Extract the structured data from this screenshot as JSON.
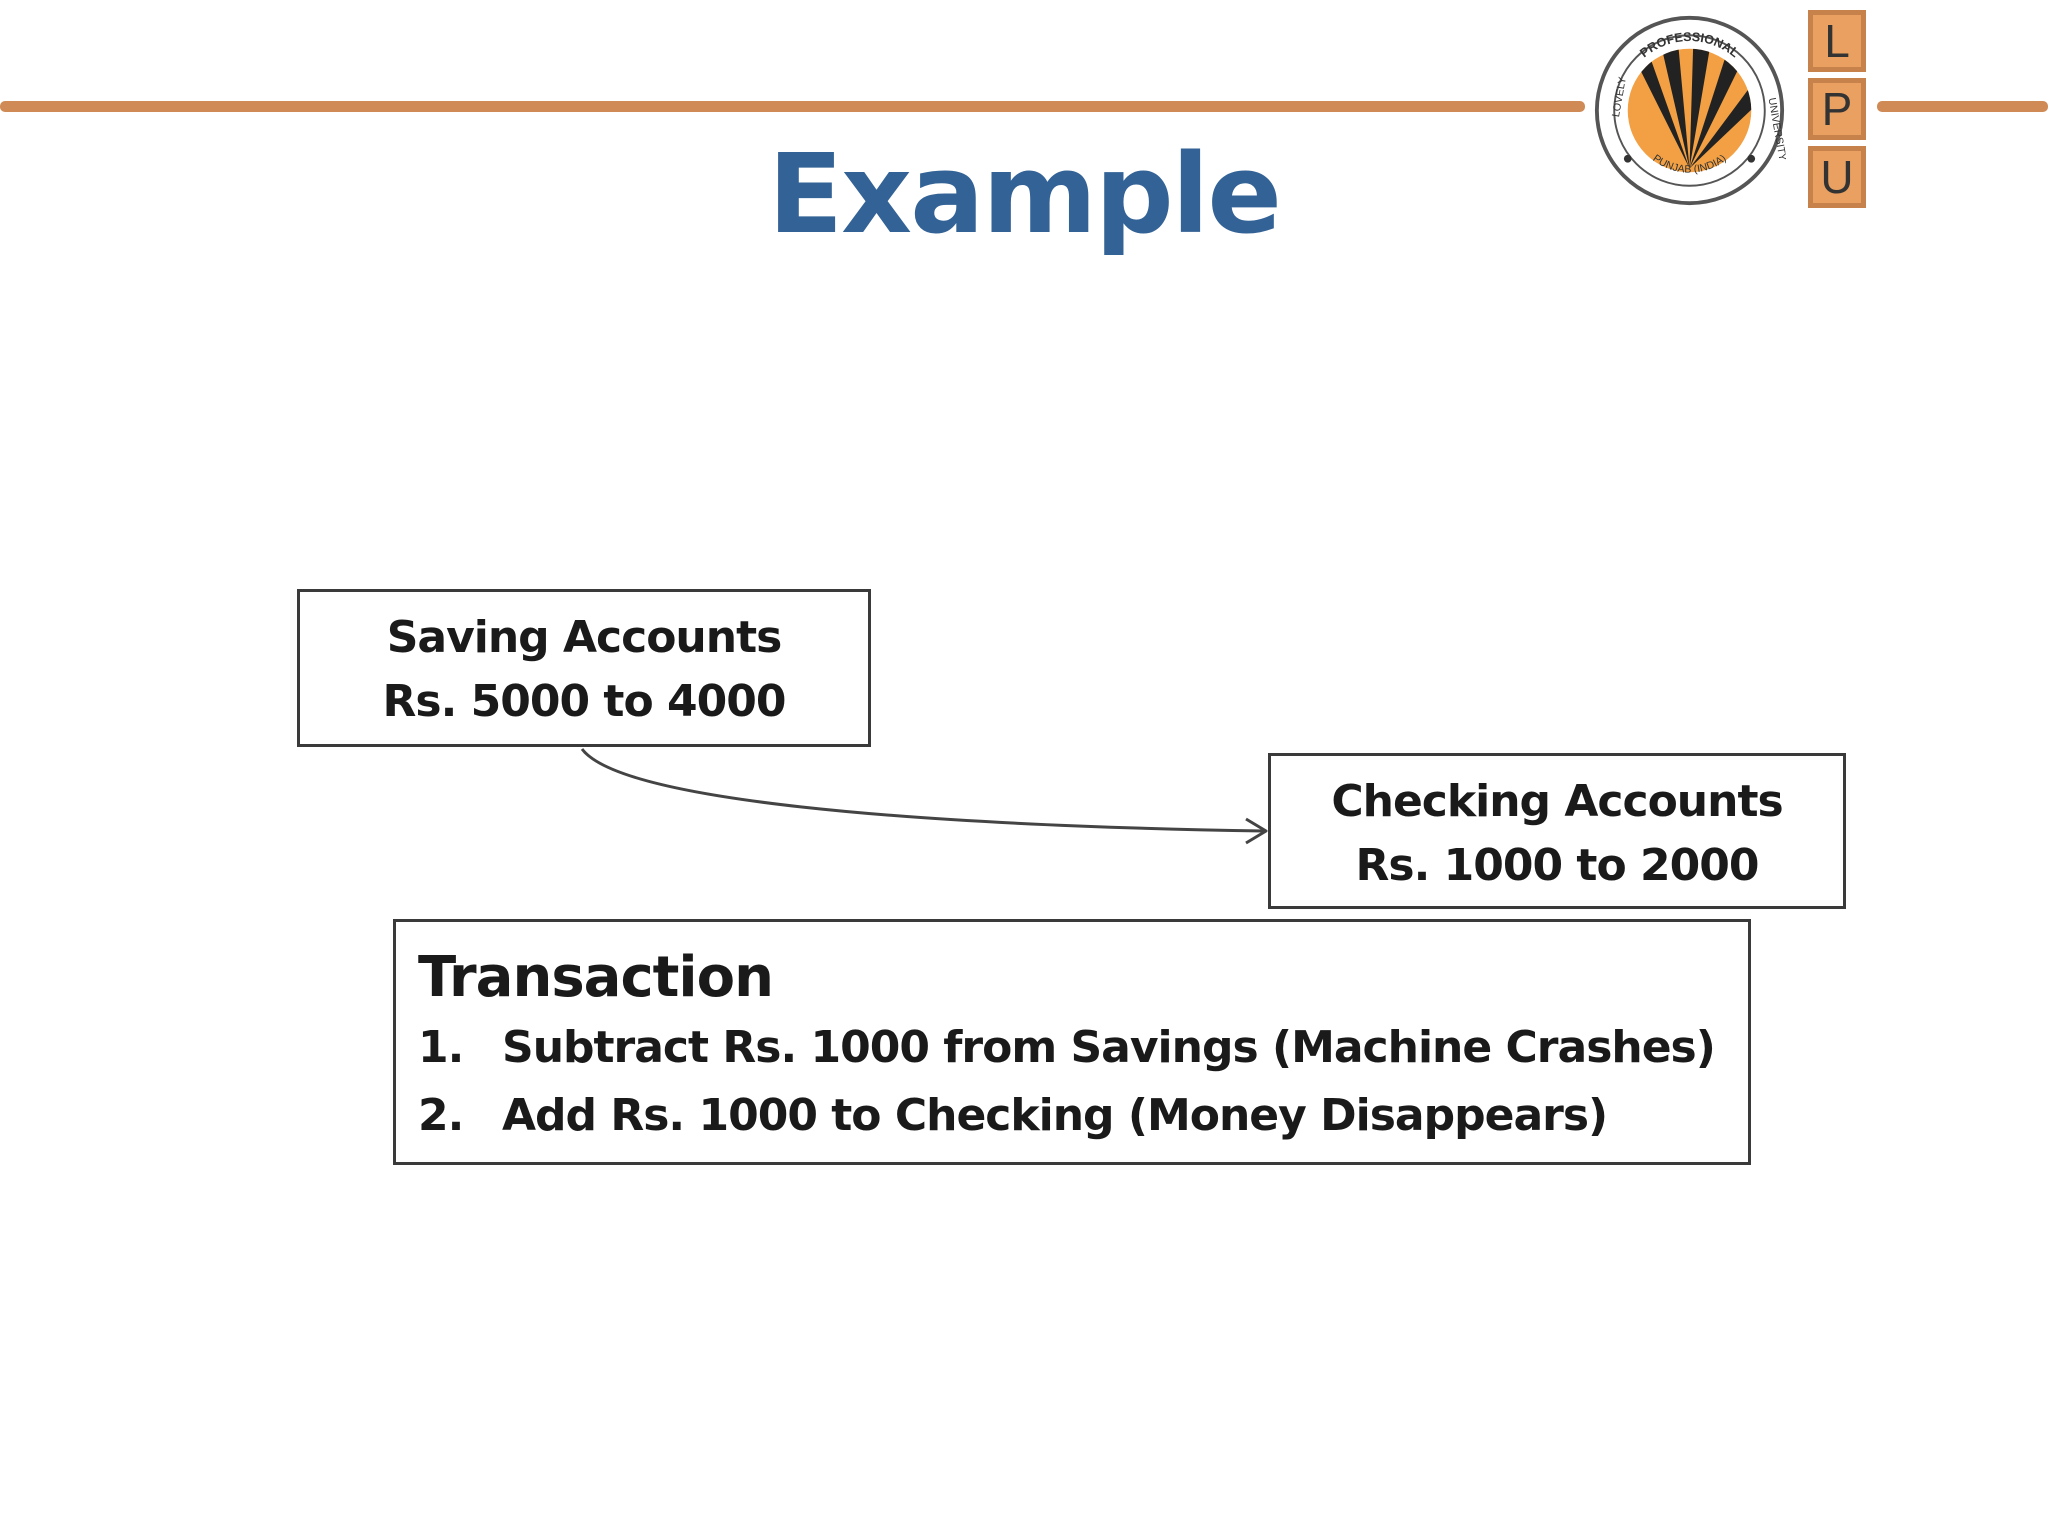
{
  "header": {
    "accent_color": "#cf8a55",
    "logo": {
      "seal_text_top": "PROFESSIONAL",
      "seal_text_left": "LOVELY",
      "seal_text_right": "UNIVERSITY",
      "seal_text_bottom": "PUNJAB (INDIA)",
      "letters": [
        "L",
        "P",
        "U"
      ]
    }
  },
  "slide": {
    "title": "Example",
    "title_color": "#336296"
  },
  "diagram": {
    "saving_account": {
      "line1": "Saving Accounts",
      "line2": "Rs. 5000 to 4000"
    },
    "checking_account": {
      "line1": "Checking Accounts",
      "line2": "Rs. 1000 to 2000"
    },
    "transaction": {
      "title": "Transaction",
      "steps": [
        {
          "num": "1.",
          "text": "Subtract Rs. 1000 from Savings (Machine Crashes)"
        },
        {
          "num": "2.",
          "text": "Add Rs. 1000 to Checking (Money Disappears)"
        }
      ]
    }
  }
}
